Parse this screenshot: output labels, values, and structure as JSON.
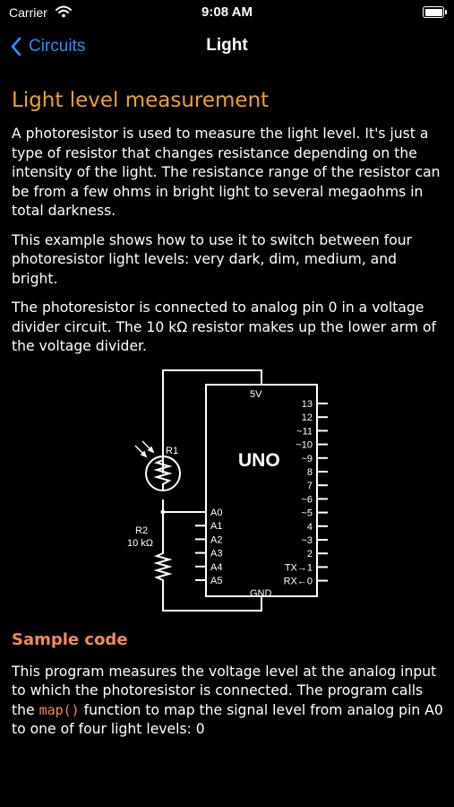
{
  "status_bar": {
    "carrier": "Carrier",
    "time": "9:08 AM"
  },
  "nav": {
    "back_label": "Circuits",
    "title": "Light"
  },
  "article": {
    "heading": "Light level measurement",
    "paragraphs": [
      "A photoresistor is used to measure the light level. It's just a type of resistor that changes resistance depending on the intensity of the light. The resistance range of the resistor can be from a few ohms in bright light to several megaohms in total darkness.",
      "This example shows how to use it to switch between four photoresistor light levels: very dark, dim, medium, and bright.",
      "The photoresistor is connected to analog pin 0 in a voltage divider circuit. The 10 kΩ resistor makes up the lower arm of the voltage divider."
    ],
    "subheading": "Sample code",
    "code_para": {
      "before": "This program measures the voltage level at the analog input to which the photoresistor is connected. The program calls the ",
      "code": "map()",
      "after": " function to map the signal level from analog pin A0 to one of four light levels: 0"
    }
  },
  "schematic": {
    "board_label": "UNO",
    "power_label": "5V",
    "ground_label": "GND",
    "r1_label": "R1",
    "r2_label": "R2",
    "r2_value": "10 kΩ",
    "analog_pins": [
      "A0",
      "A1",
      "A2",
      "A3",
      "A4",
      "A5"
    ],
    "digital_pins": [
      "13",
      "12",
      "~11",
      "~10",
      "~9",
      "8",
      "7",
      "~6",
      "~5",
      "4",
      "~3",
      "2",
      "TX→1",
      "RX←0"
    ]
  },
  "colors": {
    "accent_link": "#2a8ef4",
    "heading": "#f0a02a",
    "subheading": "#f08a58",
    "background": "#000000",
    "text": "#ffffff"
  }
}
